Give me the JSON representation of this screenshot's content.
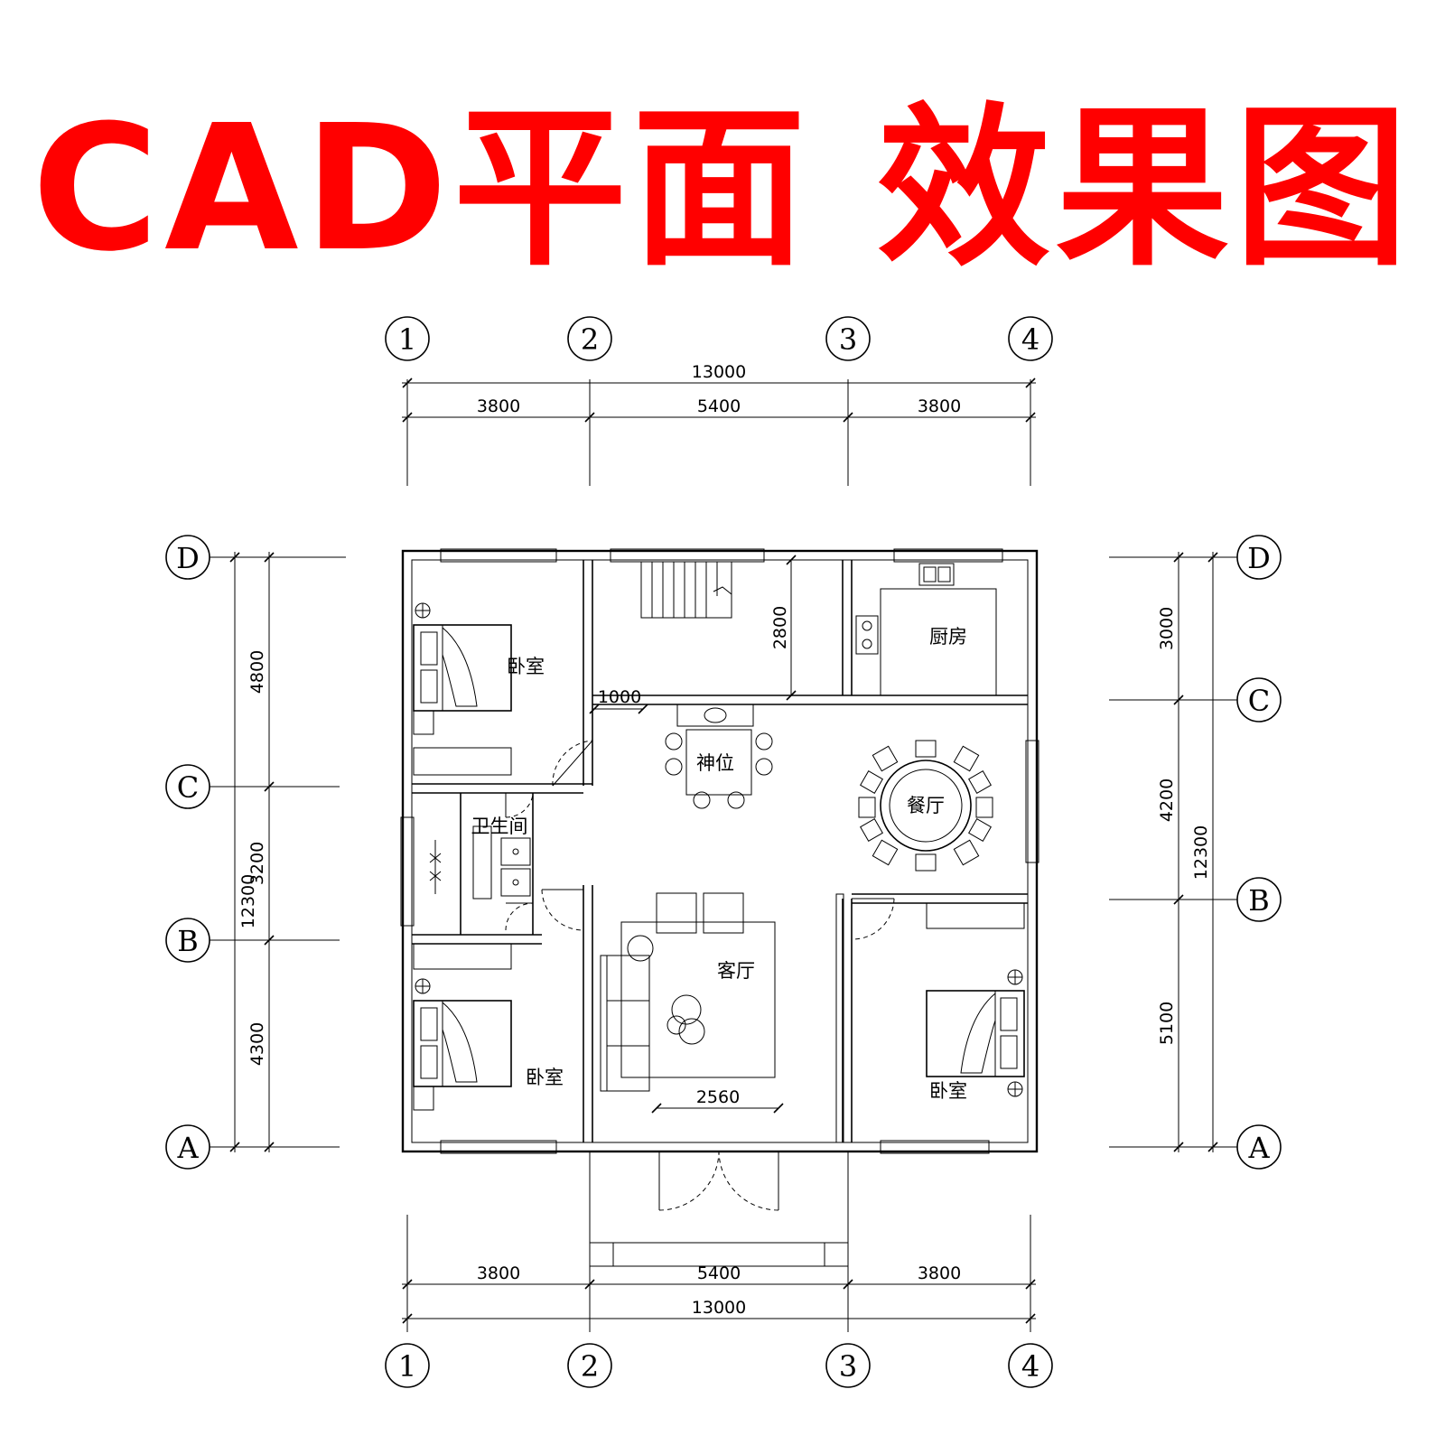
{
  "banner": {
    "title": "CAD平面  效果图",
    "color": "#ff0000"
  },
  "axes": {
    "numbered": [
      "1",
      "2",
      "3",
      "4"
    ],
    "lettered": [
      "D",
      "C",
      "B",
      "A"
    ]
  },
  "dimensions": {
    "top_total": "13000",
    "top_spans": [
      "3800",
      "5400",
      "3800"
    ],
    "bottom_spans": [
      "3800",
      "5400",
      "3800"
    ],
    "bottom_total": "13000",
    "left_spans": [
      "4800",
      "3200",
      "4300"
    ],
    "left_total": "12300",
    "right_spans": [
      "3000",
      "4200",
      "5100"
    ],
    "right_total": "12300",
    "stair_depth": "2800",
    "wall_offset": "1000",
    "sofa_width": "2560"
  },
  "rooms": {
    "bedroom_top_left": "卧室",
    "bedroom_bottom_left": "卧室",
    "bedroom_right": "卧室",
    "kitchen": "厨房",
    "bathroom": "卫生间",
    "shrine": "神位",
    "dining": "餐厅",
    "living": "客厅"
  }
}
